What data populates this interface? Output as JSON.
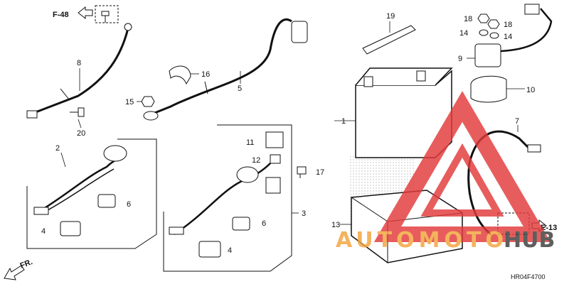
{
  "diagram": {
    "code": "HR04F4700",
    "refs": {
      "top_left": "F-48",
      "bottom_right": "E-13",
      "front": "FR."
    },
    "callouts": {
      "c1": "1",
      "c2": "2",
      "c3": "3",
      "c4a": "4",
      "c4b": "4",
      "c5": "5",
      "c6a": "6",
      "c6b": "6",
      "c7": "7",
      "c8": "8",
      "c9": "9",
      "c10": "10",
      "c11": "11",
      "c12": "12",
      "c13": "13",
      "c14a": "14",
      "c14b": "14",
      "c15": "15",
      "c16": "16",
      "c17": "17",
      "c18a": "18",
      "c18b": "18",
      "c19": "19",
      "c20": "20"
    }
  },
  "watermark": {
    "text_a": "AUTOMOTO",
    "text_b": "HUB",
    "colors": {
      "orange": "#f2a33a",
      "dark": "#3b3b3b",
      "red": "#e23a3a"
    }
  }
}
